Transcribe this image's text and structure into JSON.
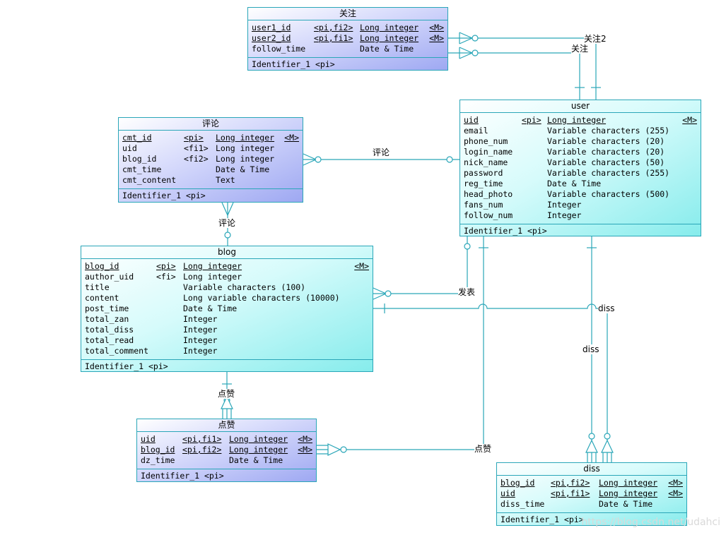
{
  "entities": {
    "guanzhu": {
      "title": "关注",
      "rows": [
        {
          "name": "user1_id",
          "tag": "<pi,fi2>",
          "type": "Long integer",
          "mand": "<M>",
          "key": true
        },
        {
          "name": "user2_id",
          "tag": "<pi,fi1>",
          "type": "Long integer",
          "mand": "<M>",
          "key": true
        },
        {
          "name": "follow_time",
          "tag": "",
          "type": "Date & Time",
          "mand": "",
          "key": false
        }
      ],
      "identifier": "Identifier_1  <pi>"
    },
    "user": {
      "title": "user",
      "rows": [
        {
          "name": "uid",
          "tag": "<pi>",
          "type": "Long integer",
          "mand": "<M>",
          "key": true
        },
        {
          "name": "email",
          "tag": "",
          "type": "Variable characters (255)",
          "mand": "",
          "key": false
        },
        {
          "name": "phone_num",
          "tag": "",
          "type": "Variable characters (20)",
          "mand": "",
          "key": false
        },
        {
          "name": "login_name",
          "tag": "",
          "type": "Variable characters (20)",
          "mand": "",
          "key": false
        },
        {
          "name": "nick_name",
          "tag": "",
          "type": "Variable characters (50)",
          "mand": "",
          "key": false
        },
        {
          "name": "password",
          "tag": "",
          "type": "Variable characters (255)",
          "mand": "",
          "key": false
        },
        {
          "name": "reg_time",
          "tag": "",
          "type": "Date & Time",
          "mand": "",
          "key": false
        },
        {
          "name": "head_photo",
          "tag": "",
          "type": "Variable characters (500)",
          "mand": "",
          "key": false
        },
        {
          "name": "fans_num",
          "tag": "",
          "type": "Integer",
          "mand": "",
          "key": false
        },
        {
          "name": "follow_num",
          "tag": "",
          "type": "Integer",
          "mand": "",
          "key": false
        }
      ],
      "identifier": "Identifier_1  <pi>"
    },
    "pinglun": {
      "title": "评论",
      "rows": [
        {
          "name": "cmt_id",
          "tag": "<pi>",
          "type": "Long integer",
          "mand": "<M>",
          "key": true
        },
        {
          "name": "uid",
          "tag": "<fi1>",
          "type": "Long integer",
          "mand": "",
          "key": false
        },
        {
          "name": "blog_id",
          "tag": "<fi2>",
          "type": "Long integer",
          "mand": "",
          "key": false
        },
        {
          "name": "cmt_time",
          "tag": "",
          "type": "Date & Time",
          "mand": "",
          "key": false
        },
        {
          "name": "cmt_content",
          "tag": "",
          "type": "Text",
          "mand": "",
          "key": false
        }
      ],
      "identifier": "Identifier_1  <pi>"
    },
    "blog": {
      "title": "blog",
      "rows": [
        {
          "name": "blog_id",
          "tag": "<pi>",
          "type": "Long integer",
          "mand": "<M>",
          "key": true
        },
        {
          "name": "author_uid",
          "tag": "<fi>",
          "type": "Long integer",
          "mand": "",
          "key": false
        },
        {
          "name": "title",
          "tag": "",
          "type": "Variable characters (100)",
          "mand": "",
          "key": false
        },
        {
          "name": "content",
          "tag": "",
          "type": "Long variable characters (10000)",
          "mand": "",
          "key": false
        },
        {
          "name": "post_time",
          "tag": "",
          "type": "Date & Time",
          "mand": "",
          "key": false
        },
        {
          "name": "total_zan",
          "tag": "",
          "type": "Integer",
          "mand": "",
          "key": false
        },
        {
          "name": "total_diss",
          "tag": "",
          "type": "Integer",
          "mand": "",
          "key": false
        },
        {
          "name": "total_read",
          "tag": "",
          "type": "Integer",
          "mand": "",
          "key": false
        },
        {
          "name": "total_comment",
          "tag": "",
          "type": "Integer",
          "mand": "",
          "key": false
        }
      ],
      "identifier": "Identifier_1  <pi>"
    },
    "dianzan": {
      "title": "点赞",
      "rows": [
        {
          "name": "uid",
          "tag": "<pi,fi1>",
          "type": "Long integer",
          "mand": "<M>",
          "key": true
        },
        {
          "name": "blog_id",
          "tag": "<pi,fi2>",
          "type": "Long integer",
          "mand": "<M>",
          "key": true
        },
        {
          "name": "dz_time",
          "tag": "",
          "type": "Date & Time",
          "mand": "",
          "key": false
        }
      ],
      "identifier": "Identifier_1  <pi>"
    },
    "diss": {
      "title": "diss",
      "rows": [
        {
          "name": "blog_id",
          "tag": "<pi,fi2>",
          "type": "Long integer",
          "mand": "<M>",
          "key": true
        },
        {
          "name": "uid",
          "tag": "<pi,fi1>",
          "type": "Long integer",
          "mand": "<M>",
          "key": true
        },
        {
          "name": "diss_time",
          "tag": "",
          "type": "Date & Time",
          "mand": "",
          "key": false
        }
      ],
      "identifier": "Identifier_1  <pi>"
    }
  },
  "relations": {
    "guanzhu2": "关注2",
    "guanzhu": "关注",
    "pinglun_user": "评论",
    "pinglun_blog": "评论",
    "fabiao": "发表",
    "diss1": "diss",
    "diss2": "diss",
    "dianzan_blog": "点赞",
    "dianzan_user": "点赞"
  },
  "watermark": "https://blog.csdn.net/udahci",
  "colors": {
    "line": "#2aa6b8",
    "cyan_entity": "#86ecec",
    "blue_entity": "#9ea8f2"
  }
}
